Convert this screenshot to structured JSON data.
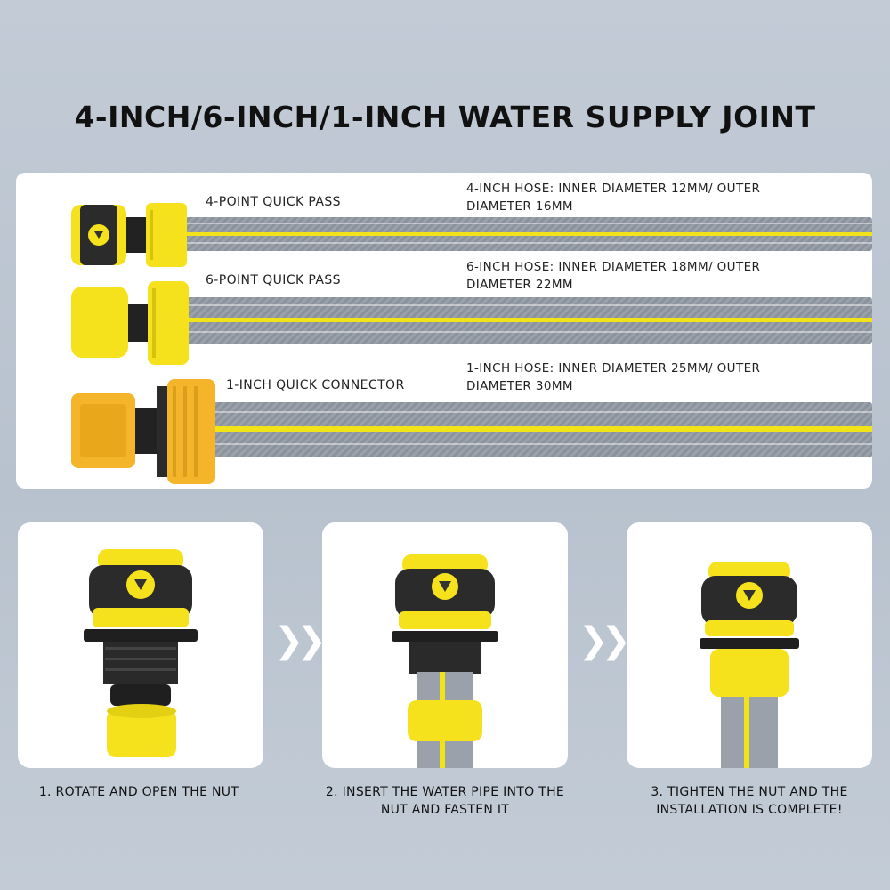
{
  "title": "4-INCH/6-INCH/1-INCH WATER SUPPLY JOINT",
  "colors": {
    "accent_yellow": "#f2e21a",
    "fitting_yellow": "#f5e21c",
    "connector_orange": "#f4b52a",
    "hose_gray": "#8f969f",
    "dark": "#222222"
  },
  "fittings": [
    {
      "label": "4-POINT QUICK PASS",
      "spec": "4-INCH HOSE: INNER DIAMETER 12MM/ OUTER DIAMETER 16MM"
    },
    {
      "label": "6-POINT QUICK PASS",
      "spec": "6-INCH HOSE: INNER DIAMETER 18MM/ OUTER DIAMETER 22MM"
    },
    {
      "label": "1-INCH QUICK CONNECTOR",
      "spec": "1-INCH HOSE: INNER DIAMETER 25MM/ OUTER DIAMETER 30MM"
    }
  ],
  "steps": [
    {
      "text": "1. ROTATE AND OPEN THE NUT"
    },
    {
      "text": "2. INSERT THE WATER PIPE INTO THE NUT AND FASTEN IT"
    },
    {
      "text": "3. TIGHTEN THE NUT AND THE INSTALLATION IS COMPLETE!"
    }
  ],
  "icons": [
    "chevron-right-double-icon",
    "hose-connector-icon"
  ]
}
